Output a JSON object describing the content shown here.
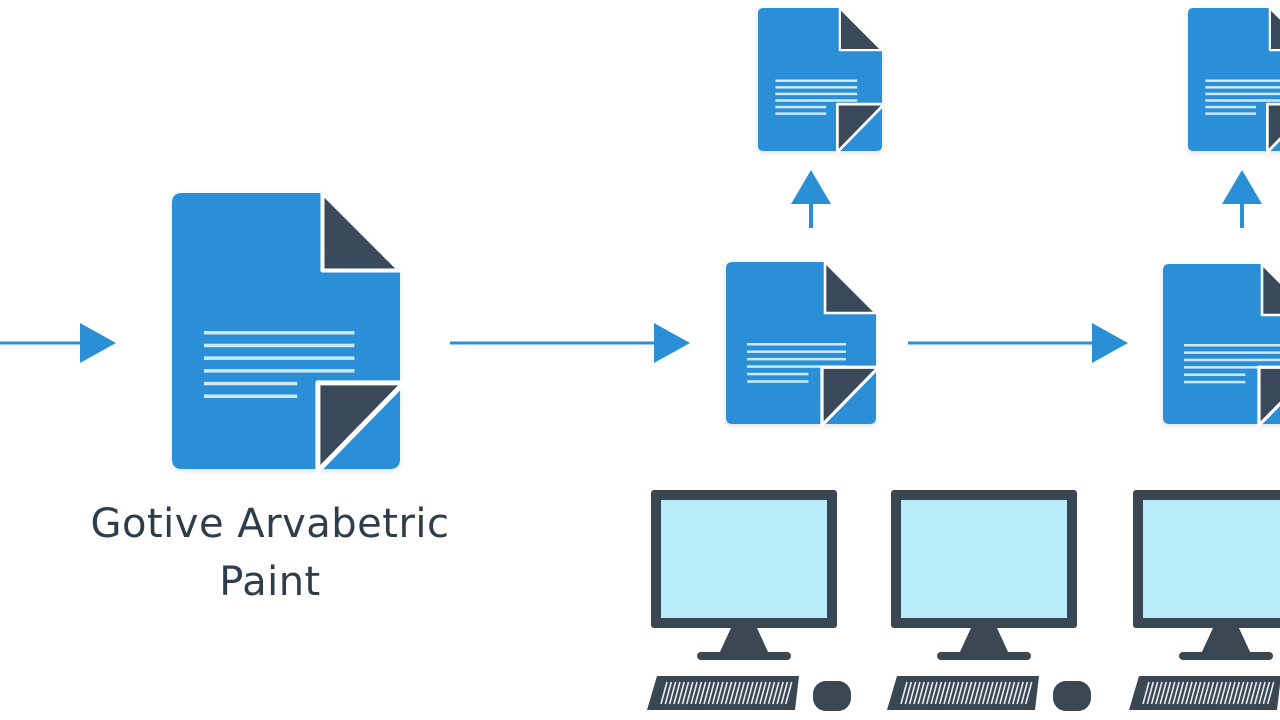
{
  "caption": {
    "line1": "Gotive Arvabetric",
    "line2": "Paint"
  },
  "colors": {
    "background": "#ffffff",
    "doc_blue": "#2b8fd6",
    "doc_corner": "#3a4a5a",
    "doc_lines": "#cde9fb",
    "arrow": "#2b8fd6",
    "monitor_frame": "#3a4652",
    "monitor_screen": "#b9ecfa",
    "keyboard": "#3a4652"
  },
  "diagram": {
    "nodes": [
      {
        "id": "source-document",
        "icon": "document-icon"
      },
      {
        "id": "document-2",
        "icon": "document-icon"
      },
      {
        "id": "document-2-output",
        "icon": "document-icon"
      },
      {
        "id": "document-3",
        "icon": "document-icon"
      },
      {
        "id": "document-3-output",
        "icon": "document-icon"
      },
      {
        "id": "computer-1",
        "icon": "computer-icon"
      },
      {
        "id": "computer-2",
        "icon": "computer-icon"
      },
      {
        "id": "computer-3",
        "icon": "computer-icon"
      }
    ],
    "edges": [
      {
        "from": "input",
        "to": "source-document"
      },
      {
        "from": "source-document",
        "to": "document-2"
      },
      {
        "from": "document-2",
        "to": "document-3"
      },
      {
        "from": "document-2",
        "to": "document-2-output"
      },
      {
        "from": "document-3",
        "to": "document-3-output"
      }
    ]
  }
}
